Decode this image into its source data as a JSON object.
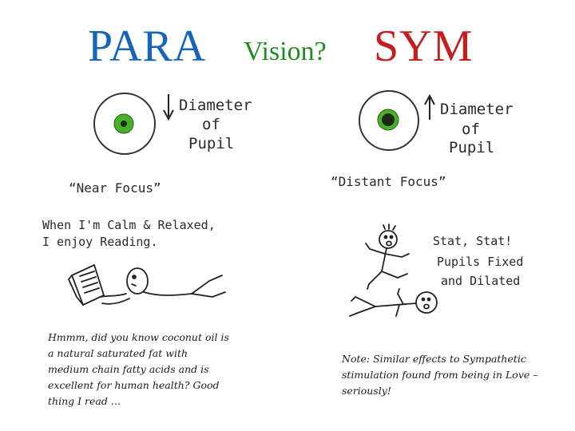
{
  "titles": {
    "para": "PARA",
    "vision": "Vision?",
    "sym": "SYM"
  },
  "colors": {
    "para": "#1565b8",
    "vision": "#1f8c1f",
    "sym": "#c41e1e",
    "iris": "#4caf2a"
  },
  "left": {
    "diameter_lines": [
      "Diameter",
      "of",
      "Pupil"
    ],
    "pupil_change": "decrease",
    "focus_label": "“Near Focus”",
    "caption_lines": [
      "When I'm Calm & Relaxed,",
      "I enjoy Reading."
    ],
    "note": "Hmmm, did you know coconut oil is a natural saturated fat with medium chain fatty acids and is excellent for human health? Good thing I read …"
  },
  "right": {
    "diameter_lines": [
      "Diameter",
      "of",
      "Pupil"
    ],
    "pupil_change": "increase",
    "focus_label": "“Distant Focus”",
    "caption_lines": [
      "Stat, Stat!",
      "Pupils Fixed",
      "and Dilated"
    ],
    "note": "Note: Similar effects to Sympathetic stimulation found from being in Love – seriously!"
  }
}
